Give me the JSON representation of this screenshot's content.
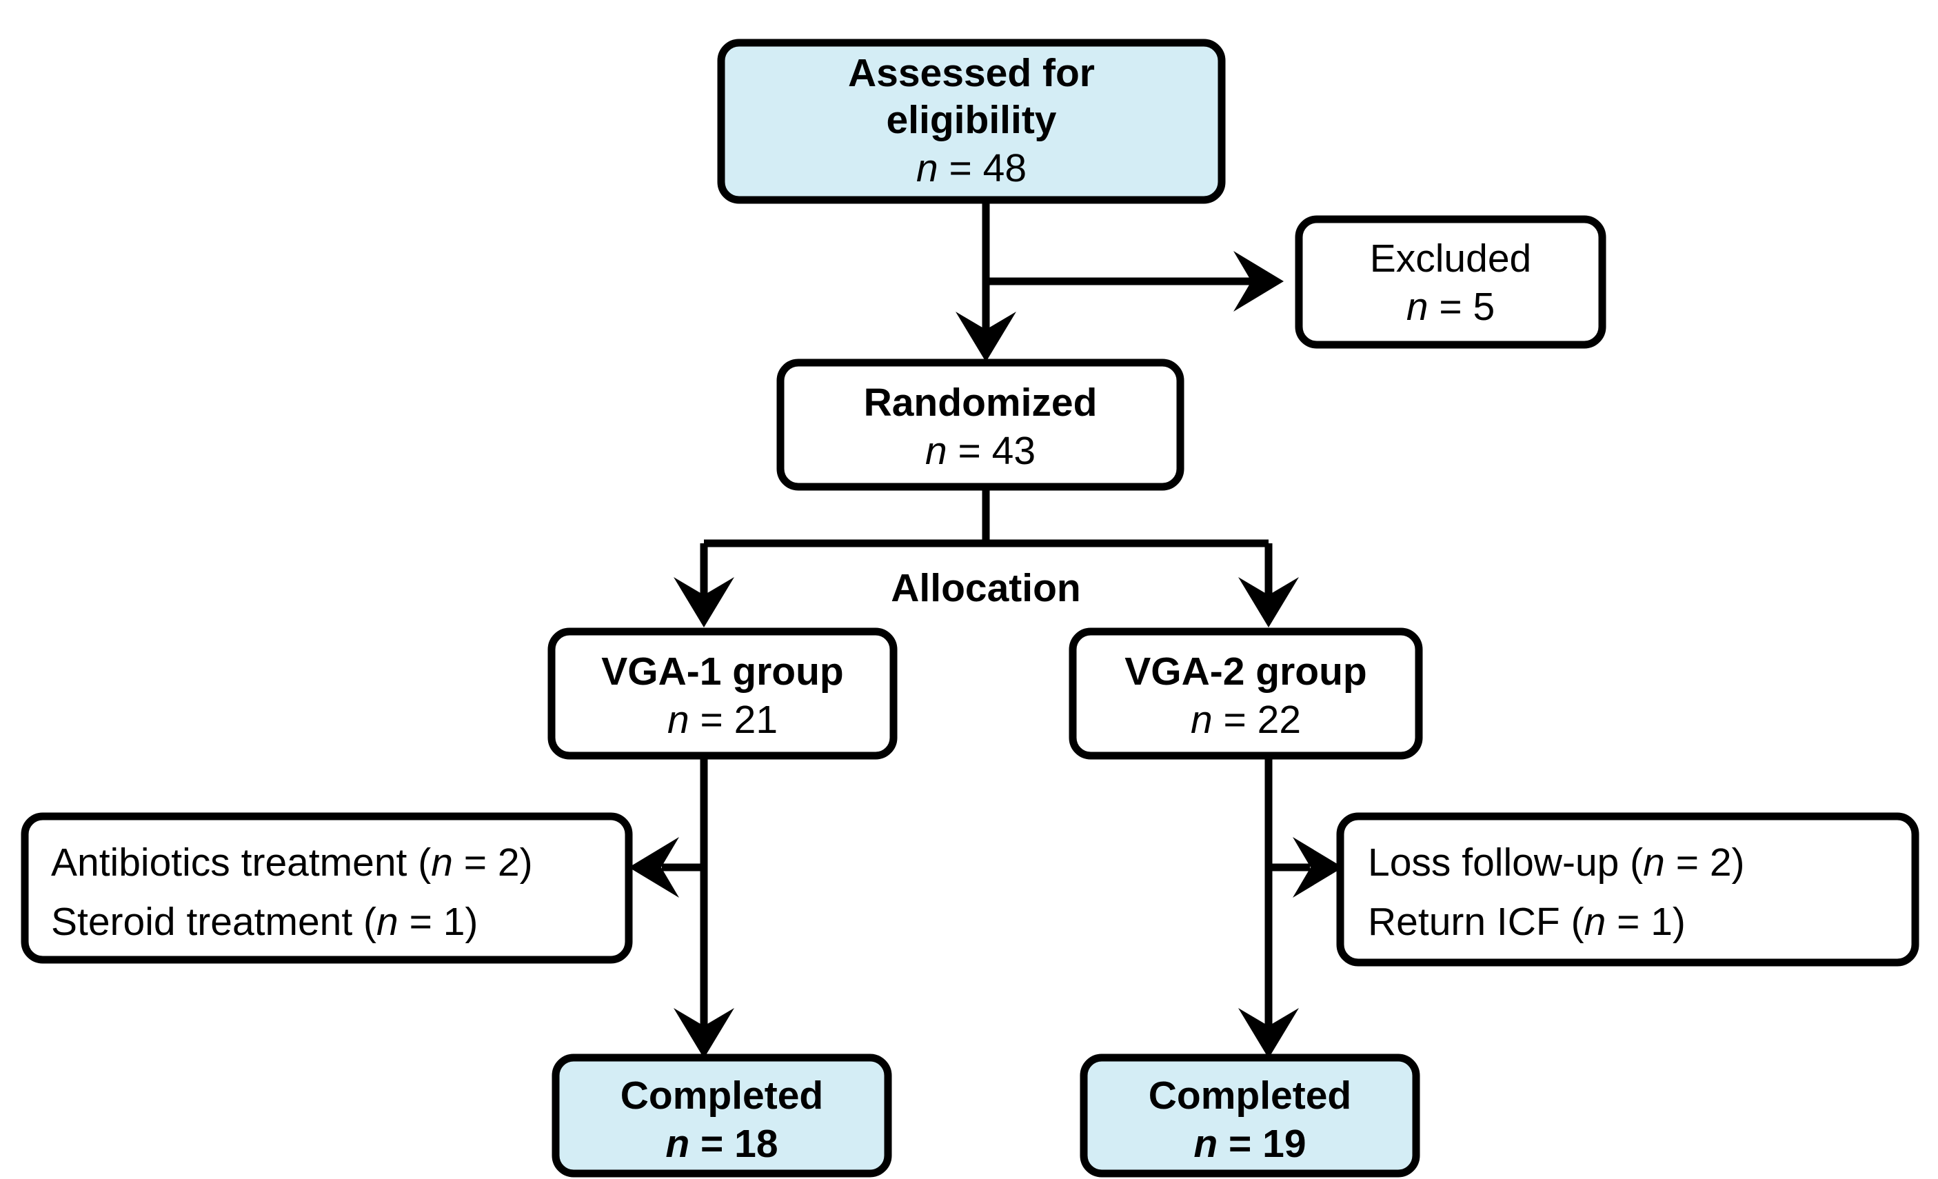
{
  "diagram": {
    "title": "CONSORT participant flow diagram",
    "accent_fill": "#d4edf5",
    "plain_fill": "#ffffff",
    "line_color": "#000000",
    "section_labels": {
      "allocation": "Allocation"
    },
    "nodes": {
      "assessed": {
        "line1": "Assessed for",
        "line2": "eligibility",
        "n_label": "n",
        "n_eq": " = 48",
        "n_text": "n = 48",
        "count": 48,
        "fill": "#d4edf5",
        "bold": true
      },
      "excluded": {
        "line1": "Excluded",
        "n_label": "n",
        "n_eq": " = 5",
        "n_text": "n = 5",
        "count": 5,
        "fill": "#ffffff",
        "bold": false
      },
      "randomized": {
        "line1": "Randomized",
        "n_label": "n",
        "n_eq": " = 43",
        "n_text": "n = 43",
        "count": 43,
        "fill": "#ffffff",
        "bold": true
      },
      "group_left": {
        "line1": "VGA-1 group",
        "n_label": "n",
        "n_eq": " = 21",
        "n_text": "n = 21",
        "count": 21,
        "fill": "#ffffff",
        "bold": true
      },
      "group_right": {
        "line1": "VGA-2  group",
        "n_label": "n",
        "n_eq": " = 22",
        "n_text": "n = 22",
        "count": 22,
        "fill": "#ffffff",
        "bold": false
      },
      "dropout_left": {
        "row1_text": "Antibiotics treatment (",
        "row1_n": "n",
        "row1_tail": " = 2)",
        "row1_count": 2,
        "row2_text": "Steroid treatment (",
        "row2_n": "n",
        "row2_tail": " = 1)",
        "row2_count": 1,
        "fill": "#ffffff"
      },
      "dropout_right": {
        "row1_text": "Loss follow-up (",
        "row1_n": "n",
        "row1_tail": " = 2)",
        "row1_count": 2,
        "row2_text": "Return ICF (",
        "row2_n": "n",
        "row2_tail": " = 1)",
        "row2_count": 1,
        "fill": "#ffffff"
      },
      "completed_left": {
        "line1": "Completed",
        "n_label": "n",
        "n_eq": " = 18",
        "n_text": "n = 18",
        "count": 18,
        "fill": "#d4edf5",
        "bold": true
      },
      "completed_right": {
        "line1": "Completed",
        "n_label": "n",
        "n_eq": " = 19",
        "n_text": "n = 19",
        "count": 19,
        "fill": "#d4edf5",
        "bold": true
      }
    }
  }
}
